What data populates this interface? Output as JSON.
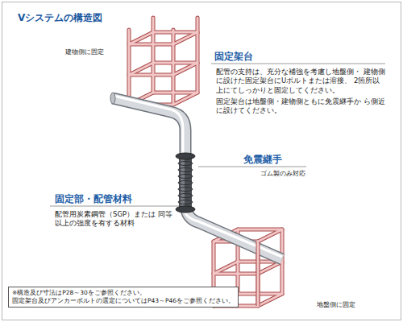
{
  "diagram": {
    "title": "Vシステムの構造図",
    "nodes": [
      {
        "text": [
          "※構造及び寸法はP28～30をご参照ください。",
          "固定架台及びアンカーボルトの選定についてはP43～P46をご参照ください。"
        ]
      }
    ],
    "labels": [
      "建物側に固定",
      "固定架台",
      "配管の支持は、充分な補強を考慮し地盤側・ 建物側に設けた固定架台にUボルトまたは溶接、 2箇所以上にてしっかりと固定してください。",
      "固定架台は地盤側・建物側ともに免震継手か ら側近に設けてください。",
      "免震継手",
      "ゴム製のみ対応",
      "固定部・配管材料",
      "配管用炭素鋼管（SGP）または 同等以上の強度を有する材料",
      "地盤側に固定"
    ]
  }
}
